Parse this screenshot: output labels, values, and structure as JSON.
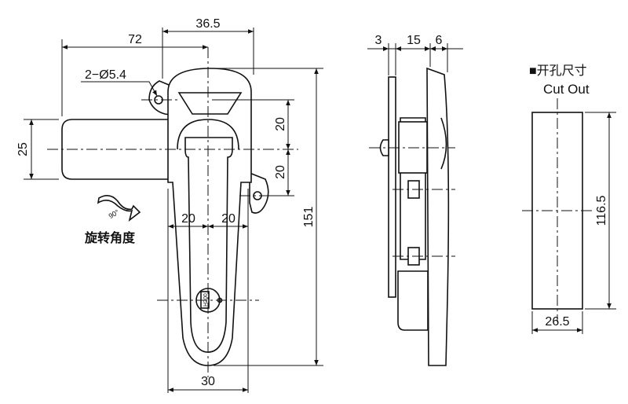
{
  "front_view": {
    "dims": {
      "width_total": "72",
      "width_top": "36.5",
      "holes": "2−Ø5.4",
      "height_upper_a": "20",
      "height_upper_b": "20",
      "height_total": "151",
      "handle_height": "25",
      "half_left": "20",
      "half_right": "20",
      "bottom_width": "30"
    },
    "key_code": "H200",
    "rotation_glyph": "90°",
    "rotation_label": "旋转角度"
  },
  "side_view": {
    "dims": {
      "a": "3",
      "b": "15",
      "c": "6"
    }
  },
  "cutout": {
    "title_cn": "■开孔尺寸",
    "title_en": "Cut Out",
    "dims": {
      "height": "116.5",
      "width": "26.5"
    }
  }
}
